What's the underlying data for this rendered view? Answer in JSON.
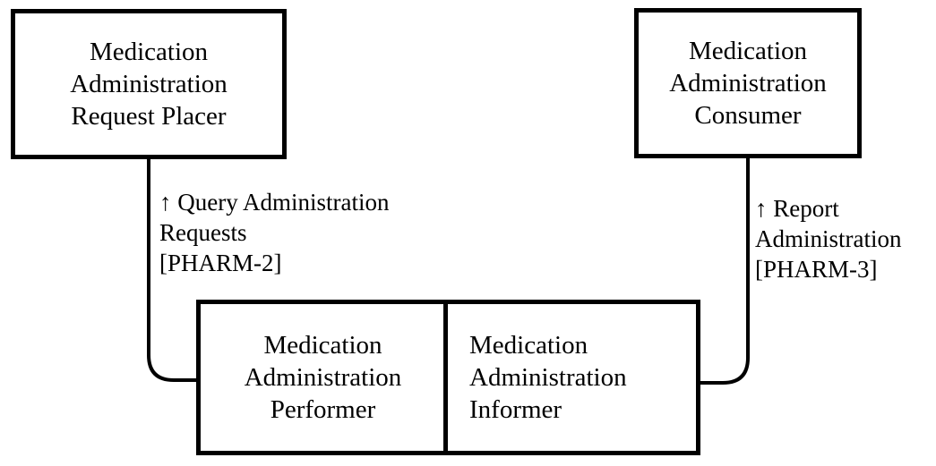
{
  "actors": {
    "request_placer": {
      "line1": "Medication",
      "line2": "Administration",
      "line3": "Request Placer"
    },
    "consumer": {
      "line1": "Medication",
      "line2": "Administration",
      "line3": "Consumer"
    },
    "performer": {
      "line1": "Medication",
      "line2": "Administration",
      "line3": "Performer"
    },
    "informer": {
      "line1": "Medication",
      "line2": "Administration",
      "line3": "Informer"
    }
  },
  "transactions": {
    "query": {
      "arrow": "↑",
      "line1": "Query Administration",
      "line2": "Requests",
      "line3": "[PHARM-2]"
    },
    "report": {
      "arrow": "↑",
      "line1": "Report",
      "line2": "Administration",
      "line3": "[PHARM-3]"
    }
  }
}
